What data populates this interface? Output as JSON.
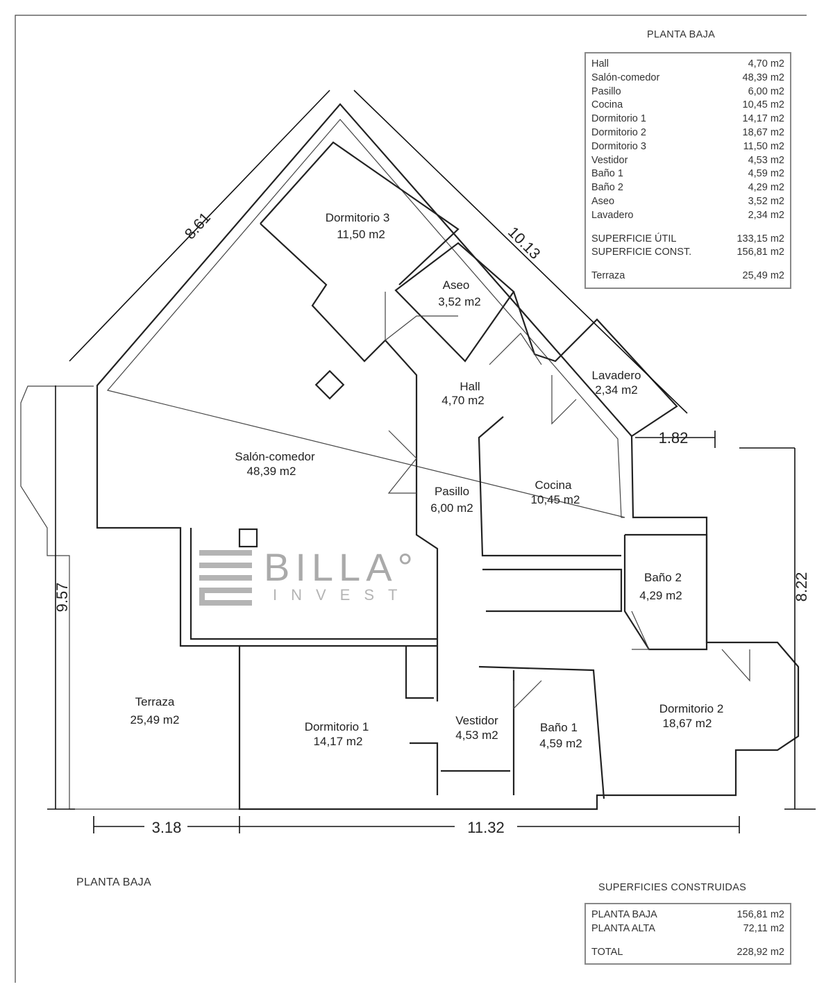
{
  "plan_title": "PLANTA BAJA",
  "areas_table": {
    "title": "PLANTA BAJA",
    "rooms": [
      {
        "name": "Hall",
        "area": "4,70 m2"
      },
      {
        "name": "Salón-comedor",
        "area": "48,39 m2"
      },
      {
        "name": "Pasillo",
        "area": "6,00 m2"
      },
      {
        "name": "Cocina",
        "area": "10,45 m2"
      },
      {
        "name": "Dormitorio 1",
        "area": "14,17 m2"
      },
      {
        "name": "Dormitorio 2",
        "area": "18,67 m2"
      },
      {
        "name": "Dormitorio 3",
        "area": "11,50 m2"
      },
      {
        "name": "Vestidor",
        "area": "4,53 m2"
      },
      {
        "name": "Baño 1",
        "area": "4,59 m2"
      },
      {
        "name": "Baño 2",
        "area": "4,29 m2"
      },
      {
        "name": "Aseo",
        "area": "3,52 m2"
      },
      {
        "name": "Lavadero",
        "area": "2,34 m2"
      }
    ],
    "util": {
      "label": "SUPERFICIE ÚTIL",
      "value": "133,15 m2"
    },
    "const": {
      "label": "SUPERFICIE CONST.",
      "value": "156,81 m2"
    },
    "terrace": {
      "label": "Terraza",
      "value": "25,49 m2"
    }
  },
  "built_table": {
    "title": "SUPERFICIES CONSTRUIDAS",
    "rows": [
      {
        "label": "PLANTA BAJA",
        "value": "156,81 m2"
      },
      {
        "label": "PLANTA ALTA",
        "value": "72,11 m2"
      }
    ],
    "total": {
      "label": "TOTAL",
      "value": "228,92 m2"
    }
  },
  "room_labels": {
    "dorm3": {
      "name": "Dormitorio 3",
      "area": "11,50 m2"
    },
    "aseo": {
      "name": "Aseo",
      "area": "3,52 m2"
    },
    "hall": {
      "name": "Hall",
      "area": "4,70 m2"
    },
    "lavadero": {
      "name": "Lavadero",
      "area": "2,34 m2"
    },
    "salon": {
      "name": "Salón-comedor",
      "area": "48,39 m2"
    },
    "pasillo": {
      "name": "Pasillo",
      "area": "6,00 m2"
    },
    "cocina": {
      "name": "Cocina",
      "area": "10,45 m2"
    },
    "bano2": {
      "name": "Baño 2",
      "area": "4,29 m2"
    },
    "terraza": {
      "name": "Terraza",
      "area": "25,49 m2"
    },
    "dorm1": {
      "name": "Dormitorio 1",
      "area": "14,17 m2"
    },
    "vestidor": {
      "name": "Vestidor",
      "area": "4,53 m2"
    },
    "bano1": {
      "name": "Baño 1",
      "area": "4,59 m2"
    },
    "dorm2": {
      "name": "Dormitorio 2",
      "area": "18,67 m2"
    }
  },
  "dimensions": {
    "nw": "8.61",
    "ne": "10.13",
    "left": "9.57",
    "right": "8.22",
    "small": "1.82",
    "bottom_left": "3.18",
    "bottom": "11.32"
  },
  "logo": {
    "name": "BILLA°",
    "sub": "INVEST"
  }
}
